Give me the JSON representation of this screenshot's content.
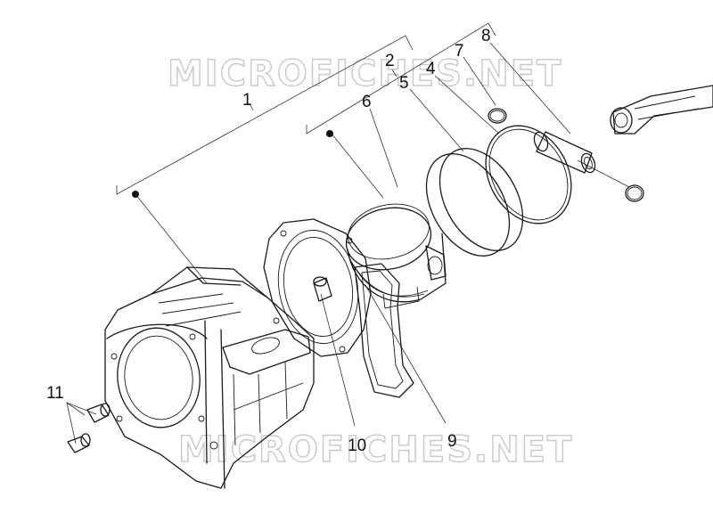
{
  "watermark": {
    "text": "MICROFICHES.NET",
    "color": "#c9c9c9"
  },
  "callouts": {
    "c1": "1",
    "c2": "2",
    "c4": "4",
    "c5": "5",
    "c6": "6",
    "c7": "7",
    "c8": "8",
    "c9": "9",
    "c10": "10",
    "c11": "11"
  },
  "colors": {
    "line": "#1a1a1a",
    "background": "#ffffff"
  }
}
